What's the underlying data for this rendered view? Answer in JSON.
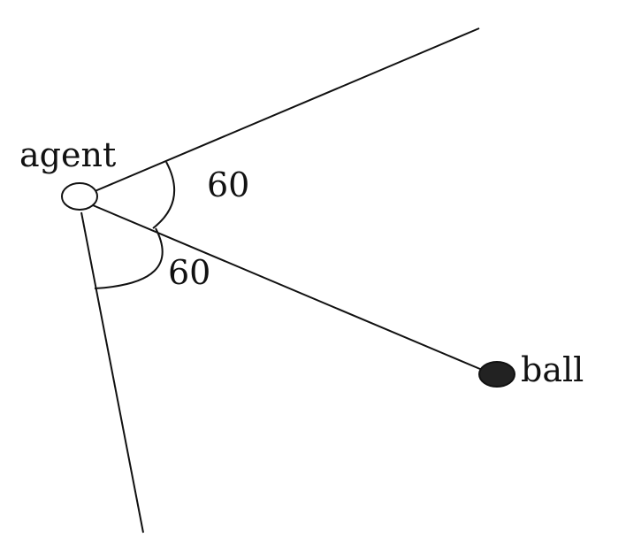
{
  "diagram": {
    "agent_label": "agent",
    "ball_label": "ball",
    "angle_upper_label": "60",
    "angle_lower_label": "60",
    "colors": {
      "line": "#111111",
      "agent_fill": "#ffffff",
      "ball_fill": "#222222",
      "background": "#ffffff"
    }
  }
}
